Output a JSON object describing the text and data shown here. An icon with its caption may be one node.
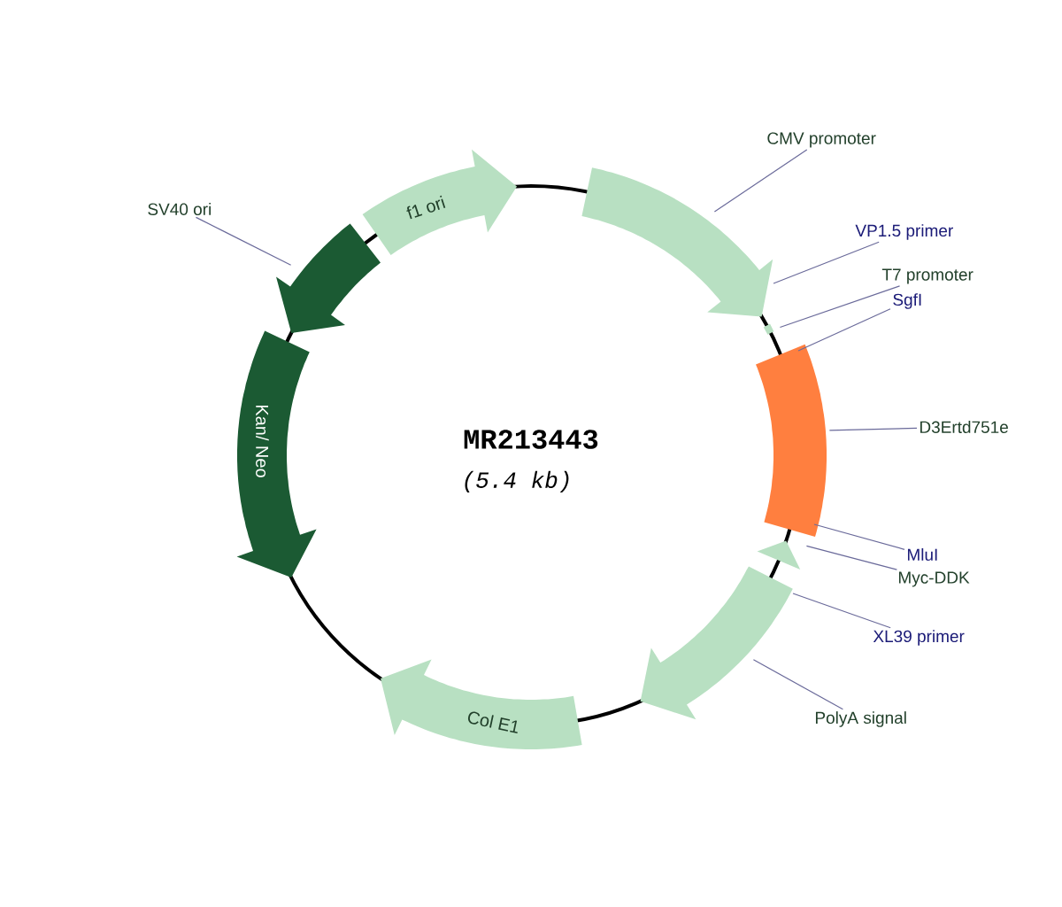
{
  "diagram": {
    "nodes": [
      {
        "text": [
          "f1 ori"
        ]
      },
      {
        "text": [
          "CMV promoter"
        ]
      },
      {
        "text": [],
        "shape": "arrow"
      },
      {
        "text": [
          "VP1.5 primer"
        ]
      },
      {
        "text": [
          "T7 promoter"
        ]
      },
      {
        "text": [],
        "shape": "bar"
      },
      {
        "text": [
          "SgfI"
        ]
      },
      {
        "text": [
          "D3Ertd751e"
        ]
      },
      {
        "text": [],
        "shape": "bar"
      },
      {
        "text": [
          "MluI"
        ]
      },
      {
        "text": [
          "Myc-DDK"
        ]
      },
      {
        "text": [],
        "shape": "triangle"
      },
      {
        "text": [
          "XL39 primer"
        ]
      },
      {
        "text": [
          "PolyA signal"
        ]
      },
      {
        "text": [],
        "shape": "arrow"
      },
      {
        "text": [
          "Col E1"
        ]
      },
      {
        "text": [
          "Kan/ Neo"
        ]
      },
      {
        "text": [
          "SV40 ori"
        ]
      },
      {
        "text": [],
        "shape": "arrow"
      }
    ],
    "edges": [
      {
        "from": 1,
        "to": 2,
        "arrow": "none"
      },
      {
        "from": 3,
        "to": 2,
        "arrow": "none"
      },
      {
        "from": 4,
        "to": 5,
        "arrow": "none"
      },
      {
        "from": 6,
        "to": 8,
        "arrow": "none"
      },
      {
        "from": 7,
        "to": 8,
        "arrow": "none"
      },
      {
        "from": 9,
        "to": 8,
        "arrow": "none"
      },
      {
        "from": 10,
        "to": 11,
        "arrow": "none"
      },
      {
        "from": 12,
        "to": 14,
        "arrow": "none"
      },
      {
        "from": 13,
        "to": 14,
        "arrow": "none"
      },
      {
        "from": 17,
        "to": 18,
        "arrow": "none"
      }
    ],
    "labels": [
      "MR213443",
      "(5.4 kb)"
    ]
  }
}
